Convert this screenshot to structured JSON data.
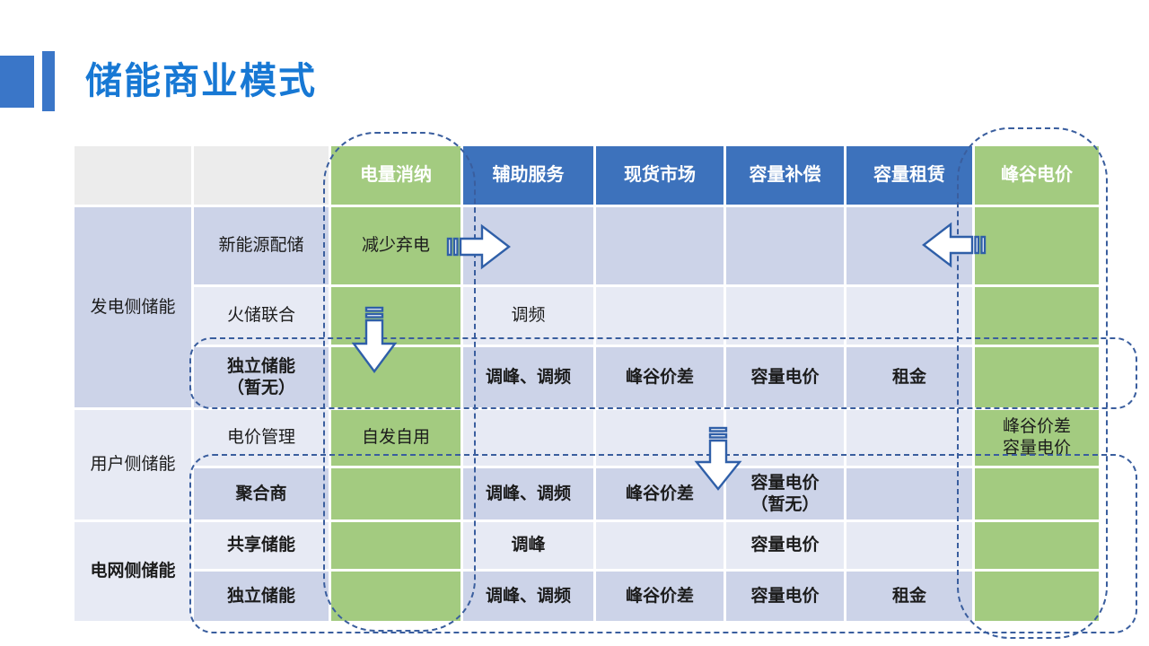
{
  "page": {
    "title": "储能商业模式"
  },
  "colors": {
    "title_blue": "#1778d4",
    "deco_blue": "#3a76c8",
    "header_blue": "#3d72bc",
    "green": "#a3cb80",
    "row_dark": "#ccd3e8",
    "row_light": "#e7eaf4",
    "header_gray": "#ececec",
    "dashed_blue": "#3a5e9e",
    "arrow_stroke": "#2f5fa8"
  },
  "table": {
    "header": [
      {
        "label": "",
        "style": "gray"
      },
      {
        "label": "",
        "style": "gray"
      },
      {
        "label": "电量消纳",
        "style": "green"
      },
      {
        "label": "辅助服务",
        "style": "blue"
      },
      {
        "label": "现货市场",
        "style": "blue"
      },
      {
        "label": "容量补偿",
        "style": "blue"
      },
      {
        "label": "容量租赁",
        "style": "blue"
      },
      {
        "label": "峰谷电价",
        "style": "green"
      }
    ],
    "categories": [
      {
        "label": "发电侧储能",
        "row_start": 0,
        "row_span": 3,
        "shade": "dark",
        "bold": false
      },
      {
        "label": "用户侧储能",
        "row_start": 3,
        "row_span": 2,
        "shade": "light",
        "bold": false
      },
      {
        "label": "电网侧储能",
        "row_start": 5,
        "row_span": 2,
        "shade": "light",
        "bold": true
      }
    ],
    "rows": [
      {
        "label": "新能源配储",
        "label_bold": false,
        "shade": "dark",
        "cells_bold": false,
        "cells": [
          "减少弃电",
          "",
          "",
          "",
          "",
          ""
        ]
      },
      {
        "label": "火储联合",
        "label_bold": false,
        "shade": "light",
        "cells_bold": false,
        "cells": [
          "",
          "调频",
          "",
          "",
          "",
          ""
        ]
      },
      {
        "label": "独立储能\n（暂无）",
        "label_bold": true,
        "shade": "dark",
        "cells_bold": true,
        "cells": [
          "",
          "调峰、调频",
          "峰谷价差",
          "容量电价",
          "租金",
          ""
        ]
      },
      {
        "label": "电价管理",
        "label_bold": false,
        "shade": "light",
        "cells_bold": false,
        "cells": [
          "自发自用",
          "",
          "",
          "",
          "",
          "峰谷价差\n容量电价"
        ]
      },
      {
        "label": "聚合商",
        "label_bold": true,
        "shade": "dark",
        "cells_bold": true,
        "cells": [
          "",
          "调峰、调频",
          "峰谷价差",
          "容量电价\n（暂无）",
          "",
          ""
        ]
      },
      {
        "label": "共享储能",
        "label_bold": true,
        "shade": "light",
        "cells_bold": true,
        "cells": [
          "",
          "调峰",
          "",
          "容量电价",
          "",
          ""
        ]
      },
      {
        "label": "独立储能",
        "label_bold": true,
        "shade": "dark",
        "cells_bold": true,
        "cells": [
          "",
          "调峰、调频",
          "峰谷价差",
          "容量电价",
          "租金",
          ""
        ]
      }
    ]
  },
  "annotations": {
    "dashed_boxes": [
      {
        "name": "highlight-column-consumption",
        "around": "电量消纳"
      },
      {
        "name": "highlight-column-peak-valley-price",
        "around": "峰谷电价"
      },
      {
        "name": "highlight-row-independent-storage",
        "around": "独立储能（暂无）"
      },
      {
        "name": "highlight-rows-aggregator-to-grid",
        "around": "聚合商 / 共享储能 / 独立储能"
      }
    ],
    "arrows": [
      {
        "name": "striped-right-arrow",
        "direction": "right"
      },
      {
        "name": "striped-left-arrow",
        "direction": "left"
      },
      {
        "name": "striped-down-arrow-generation",
        "direction": "down"
      },
      {
        "name": "striped-down-arrow-user",
        "direction": "down"
      }
    ]
  }
}
